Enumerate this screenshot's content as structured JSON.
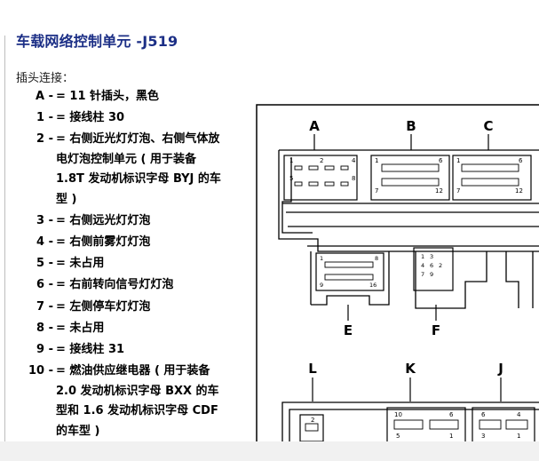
{
  "header": {
    "title": "车载网络控制单元 -J519"
  },
  "section_label": "插头连接：",
  "pins": [
    {
      "code": "A -",
      "desc": "= 11 针插头，黑色"
    },
    {
      "code": "1 -",
      "desc": "= 接线柱 30"
    },
    {
      "code": "2 -",
      "desc": "= 右侧近光灯灯泡、右侧气体放\n电灯泡控制单元 ( 用于装备\n1.8T 发动机标识字母 BYJ 的车\n型 )"
    },
    {
      "code": "3 -",
      "desc": "= 右侧远光灯灯泡"
    },
    {
      "code": "4 -",
      "desc": "= 右侧前雾灯灯泡"
    },
    {
      "code": "5 -",
      "desc": "= 未占用"
    },
    {
      "code": "6 -",
      "desc": "= 右前转向信号灯灯泡"
    },
    {
      "code": "7 -",
      "desc": "= 左侧停车灯灯泡"
    },
    {
      "code": "8 -",
      "desc": "= 未占用"
    },
    {
      "code": "9 -",
      "desc": "= 接线柱 31"
    },
    {
      "code": "10 -",
      "desc": "= 燃油供应继电器 ( 用于装备\n2.0 发动机标识字母 BXX 的车\n型和 1.6 发动机标识字母 CDF\n的车型 )"
    }
  ],
  "diagram": {
    "connector_labels": [
      "A",
      "B",
      "C",
      "E",
      "F",
      "L",
      "K",
      "J"
    ],
    "pin_numbers": {
      "a_top": [
        "1",
        "2",
        "4"
      ],
      "a_bottom": [
        "5",
        "8"
      ],
      "b_top": [
        "1",
        "6"
      ],
      "b_bottom": [
        "7",
        "12"
      ],
      "c_top": [
        "1",
        "6"
      ],
      "c_bottom": [
        "7",
        "12"
      ],
      "e_top": [
        "1",
        "8"
      ],
      "e_bottom": [
        "9",
        "16"
      ],
      "f_pins": [
        "1",
        "3",
        "4",
        "6",
        "7",
        "9",
        "2"
      ],
      "l_pin": "2",
      "k_pins": [
        "10",
        "6",
        "5",
        "1"
      ],
      "j_pins": [
        "6",
        "4",
        "3",
        "1"
      ]
    }
  }
}
